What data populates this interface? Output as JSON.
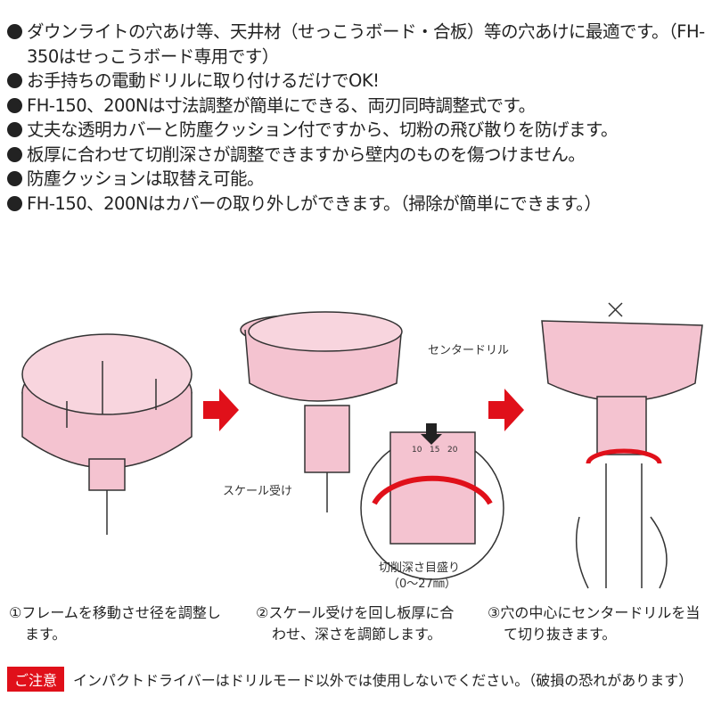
{
  "features": [
    "ダウンライトの穴あけ等、天井材（せっこうボード・合板）等の穴あけに最適です。（FH-350はせっこうボード専用です）",
    "お手持ちの電動ドリルに取り付けるだけでOK!",
    "FH-150、200Nは寸法調整が簡単にできる、両刃同時調整式です。",
    "丈夫な透明カバーと防塵クッション付ですから、切粉の飛び散りを防げます。",
    "板厚に合わせて切削深さが調整できますから壁内のものを傷つけません。",
    "防塵クッションは取替え可能。",
    "FH-150、200Nはカバーの取り外しができます。（掃除が簡単にできます。）"
  ],
  "labels": {
    "scale_holder": "スケール受け",
    "depth_scale": "切削深さ目盛り",
    "depth_range": "（0～27㎜）",
    "center_drill": "センタードリル",
    "scale_ticks": [
      "10",
      "15",
      "20"
    ]
  },
  "steps": [
    "①フレームを移動させ径を調整します。",
    "②スケール受けを回し板厚に合わせ、深さを調節します。",
    "③穴の中心にセンタードリルを当て切り抜きます。"
  ],
  "notice": {
    "badge": "ご注意",
    "text": "インパクトドライバーはドリルモード以外では使用しないでください。（破損の恐れがあります）"
  },
  "colors": {
    "accent": "#e0101a",
    "product": "#f4c3d0"
  }
}
